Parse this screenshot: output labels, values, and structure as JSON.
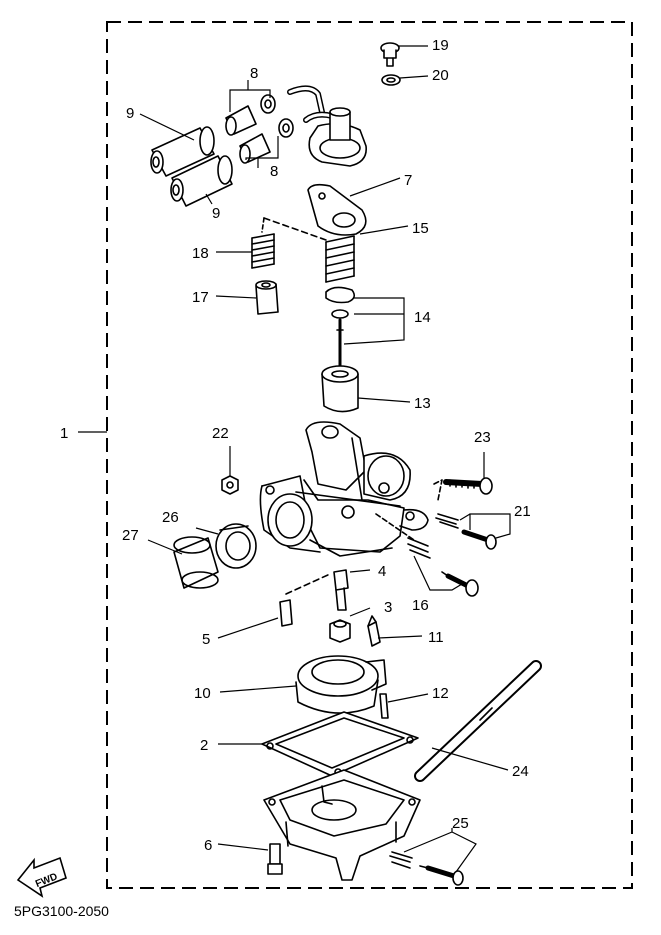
{
  "diagram": {
    "part_code": "5PG3100-2050",
    "fwd_label": "FWD",
    "callouts": [
      "1",
      "2",
      "3",
      "4",
      "5",
      "6",
      "7",
      "8",
      "8",
      "9",
      "9",
      "10",
      "11",
      "12",
      "13",
      "14",
      "15",
      "16",
      "17",
      "18",
      "19",
      "20",
      "21",
      "22",
      "23",
      "24",
      "25",
      "26",
      "27"
    ]
  }
}
